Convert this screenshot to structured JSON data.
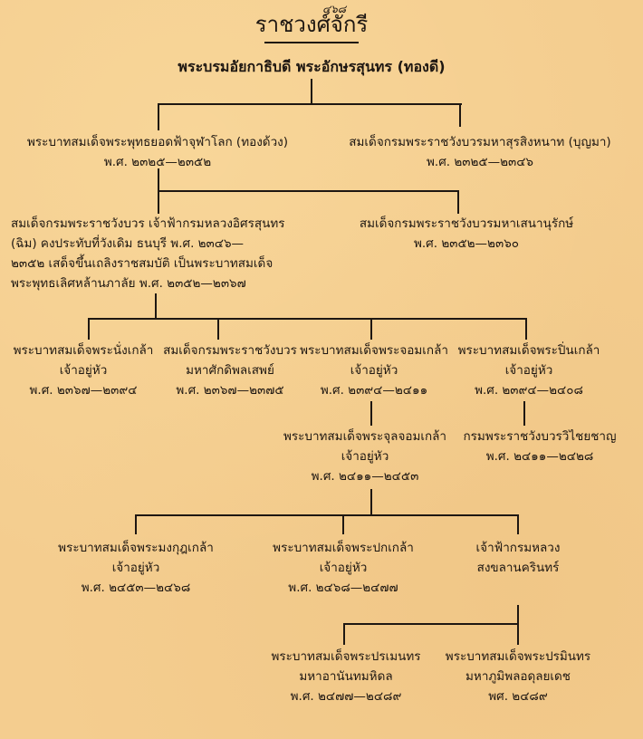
{
  "title": "ราชวงศ์จักรี",
  "handwritten_mark": "๔๖๘",
  "root": "พระบรมอัยกาธิบดี  พระอักษรสุนทร (ทองดี)",
  "gen1": [
    {
      "name": "พระบาทสมเด็จพระพุทธยอดฟ้าจุฬาโลก (ทองด้วง)",
      "date": "พ.ศ. ๒๓๒๕—๒๓๕๒"
    },
    {
      "name": "สมเด็จกรมพระราชวังบวรมหาสุรสิงหนาท (บุญมา)",
      "date": "พ.ศ. ๒๓๒๕—๒๓๔๖"
    }
  ],
  "gen2": [
    {
      "lines": [
        "สมเด็จกรมพระราชวังบวร  เจ้าฟ้ากรมหลวงอิศรสุนทร",
        "(ฉิม) คงประทับที่วังเดิม      ธนบุรี พ.ศ. ๒๓๔๖—",
        "๒๓๕๒ เสด็จขึ้นเถลิงราชสมบัติ  เป็นพระบาทสมเด็จ",
        "พระพุทธเลิศหล้านภาลัย พ.ศ. ๒๓๕๒—๒๓๖๗"
      ]
    },
    {
      "name": "สมเด็จกรมพระราชวังบวรมหาเสนานุรักษ์",
      "date": "พ.ศ. ๒๓๕๒—๒๓๖๐"
    }
  ],
  "gen3": [
    {
      "name": "พระบาทสมเด็จพระนั่งเกล้า",
      "name2": "เจ้าอยู่หัว",
      "date": "พ.ศ. ๒๓๖๗—๒๓๙๔"
    },
    {
      "name": "สมเด็จกรมพระราชวังบวร",
      "name2": "มหาศักดิพลเสพย์",
      "date": "พ.ศ. ๒๓๖๗—๒๓๗๕"
    },
    {
      "name": "พระบาทสมเด็จพระจอมเกล้า",
      "name2": "เจ้าอยู่หัว",
      "date": "พ.ศ. ๒๓๙๔—๒๔๑๑"
    },
    {
      "name": "พระบาทสมเด็จพระปิ่นเกล้า",
      "name2": "เจ้าอยู่หัว",
      "date": "พ.ศ. ๒๓๙๔—๒๔๐๘"
    }
  ],
  "gen4": [
    {
      "name": "พระบาทสมเด็จพระจุลจอมเกล้า",
      "name2": "เจ้าอยู่หัว",
      "date": "พ.ศ. ๒๔๑๑—๒๔๕๓"
    },
    {
      "name": "กรมพระราชวังบวรวิไชยชาญ",
      "date": "พ.ศ. ๒๔๑๑—๒๔๒๘"
    }
  ],
  "gen5": [
    {
      "name": "พระบาทสมเด็จพระมงกุฎเกล้า",
      "name2": "เจ้าอยู่หัว",
      "date": "พ.ศ. ๒๔๕๓—๒๔๖๘"
    },
    {
      "name": "พระบาทสมเด็จพระปกเกล้า",
      "name2": "เจ้าอยู่หัว",
      "date": "พ.ศ. ๒๔๖๘—๒๔๗๗"
    },
    {
      "name": "เจ้าฟ้ากรมหลวง",
      "name2": "สงขลานครินทร์"
    }
  ],
  "gen6": [
    {
      "name": "พระบาทสมเด็จพระปรเมนทร",
      "name2": "มหาอานันทมหิดล",
      "date": "พ.ศ. ๒๔๗๗—๒๔๘๙"
    },
    {
      "name": "พระบาทสมเด็จพระปรมินทร",
      "name2": "มหาภูมิพลอดุลยเดช",
      "date": "พศ. ๒๔๘๙"
    }
  ]
}
